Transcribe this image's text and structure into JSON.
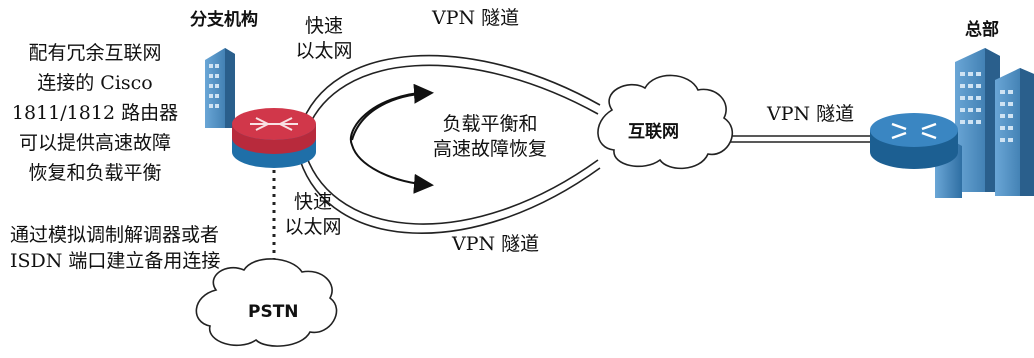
{
  "labels": {
    "branch_title": "分支机构",
    "hq_title": "总部",
    "fast_eth_top": [
      "快速",
      "以太网"
    ],
    "fast_eth_bottom": [
      "快速",
      "以太网"
    ],
    "vpn_top": "VPN 隧道",
    "vpn_bottom": "VPN 隧道",
    "vpn_right": "VPN 隧道",
    "internet": "互联网",
    "pstn": "PSTN",
    "load_balance": [
      "负载平衡和",
      "高速故障恢复"
    ],
    "left_desc_1": [
      "配有冗余互联网",
      "连接的 Cisco",
      "1811/1812 路由器",
      "可以提供高速故障",
      "恢复和负载平衡"
    ],
    "left_desc_2": [
      "通过模拟调制解调器或者",
      "ISDN 端口建立备用连接"
    ]
  },
  "colors": {
    "router_red": "#d1374a",
    "router_blue": "#1f6fa8",
    "building_blue": "#4a8ec4",
    "cloud_stroke": "#222222",
    "line": "#222222"
  },
  "icons": [
    "branch-building-icon",
    "branch-router-icon",
    "hq-building-icon",
    "hq-router-icon",
    "internet-cloud-icon",
    "pstn-cloud-icon"
  ]
}
